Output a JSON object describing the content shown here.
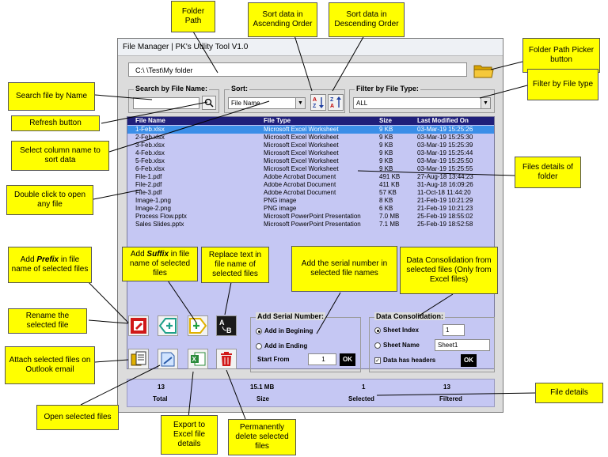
{
  "window": {
    "title": "File Manager | PK's Utility Tool V1.0",
    "folder_path": "C:\\                                                     \\Test\\My folder"
  },
  "search": {
    "label": "Search by File Name:",
    "value": ""
  },
  "sort": {
    "label": "Sort:",
    "value": "File Name"
  },
  "filter": {
    "label": "Filter by File Type:",
    "value": "ALL"
  },
  "list": {
    "headers": [
      "File Name",
      "File Type",
      "Size",
      "Last Modified On"
    ],
    "rows": [
      {
        "name": "1-Feb.xlsx",
        "type": "Microsoft Excel Worksheet",
        "size": "9 KB",
        "modified": "03-Mar-19 15:25:26"
      },
      {
        "name": "2-Feb.xlsx",
        "type": "Microsoft Excel Worksheet",
        "size": "9 KB",
        "modified": "03-Mar-19 15:25:30"
      },
      {
        "name": "3-Feb.xlsx",
        "type": "Microsoft Excel Worksheet",
        "size": "9 KB",
        "modified": "03-Mar-19 15:25:39"
      },
      {
        "name": "4-Feb.xlsx",
        "type": "Microsoft Excel Worksheet",
        "size": "9 KB",
        "modified": "03-Mar-19 15:25:44"
      },
      {
        "name": "5-Feb.xlsx",
        "type": "Microsoft Excel Worksheet",
        "size": "9 KB",
        "modified": "03-Mar-19 15:25:50"
      },
      {
        "name": "6-Feb.xlsx",
        "type": "Microsoft Excel Worksheet",
        "size": "9 KB",
        "modified": "03-Mar-19 15:25:55"
      },
      {
        "name": "File-1.pdf",
        "type": "Adobe Acrobat Document",
        "size": "491 KB",
        "modified": "27-Aug-18 13:44:23"
      },
      {
        "name": "File-2.pdf",
        "type": "Adobe Acrobat Document",
        "size": "411 KB",
        "modified": "31-Aug-18 16:09:26"
      },
      {
        "name": "File-3.pdf",
        "type": "Adobe Acrobat Document",
        "size": "57 KB",
        "modified": "11-Oct-18 11:44:20"
      },
      {
        "name": "Image-1.png",
        "type": "PNG image",
        "size": "8 KB",
        "modified": "21-Feb-19 10:21:29"
      },
      {
        "name": "Image-2.png",
        "type": "PNG image",
        "size": "6 KB",
        "modified": "21-Feb-19 10:21:23"
      },
      {
        "name": "Process Flow.pptx",
        "type": "Microsoft PowerPoint Presentation",
        "size": "7.0 MB",
        "modified": "25-Feb-19 18:55:02"
      },
      {
        "name": "Sales Slides.pptx",
        "type": "Microsoft PowerPoint Presentation",
        "size": "7.1 MB",
        "modified": "25-Feb-19 18:52:58"
      }
    ]
  },
  "serial": {
    "label": "Add Serial Number:",
    "opt_begin": "Add in Begining",
    "opt_end": "Add in Ending",
    "start_label": "Start From",
    "start_value": "1",
    "ok": "OK"
  },
  "consol": {
    "label": "Data Consolidation:",
    "opt_index": "Sheet Index",
    "index_value": "1",
    "opt_name": "Sheet Name",
    "name_value": "Sheet1",
    "headers_label": "Data has headers",
    "ok": "OK"
  },
  "status": {
    "total_value": "13",
    "total_label": "Total",
    "size_value": "15.1 MB",
    "size_label": "Size",
    "selected_value": "1",
    "selected_label": "Selected",
    "filtered_value": "13",
    "filtered_label": "Filtered"
  },
  "callouts": {
    "folder_path": "Folder Path",
    "sort_asc": "Sort data in Ascending Order",
    "sort_desc": "Sort data in Descending Order",
    "folder_picker": "Folder Path Picker button",
    "search": "Search file by Name",
    "filter": "Filter by File type",
    "refresh": "Refresh button",
    "select_column": "Select column name to sort data",
    "files_details": "Files details of folder",
    "double_click": "Double click to open any file",
    "prefix_pre": "Add ",
    "prefix_em": "Prefix",
    "prefix_post": " in file name of selected files",
    "suffix_pre": "Add ",
    "suffix_em": "Suffix",
    "suffix_post": " in file name of selected files",
    "replace": "Replace text in file name of selected files",
    "serial": "Add the serial number in selected file names",
    "consolidation": "Data Consolidation from selected files (Only from Excel files)",
    "rename": "Rename the selected file",
    "attach": "Attach selected files on Outlook email",
    "open": "Open selected files",
    "export": "Export to Excel file details",
    "delete": "Permanently delete selected files",
    "file_details": "File details"
  },
  "colors": {
    "callout": "#ffff00",
    "list_bg": "#c5c7f3",
    "header_bg": "#1f1f7a",
    "selected_row": "#3a8ee8"
  },
  "icons": [
    "folder-icon",
    "search-icon",
    "sort-ascending-icon",
    "sort-descending-icon",
    "rename-icon",
    "add-prefix-icon",
    "add-suffix-icon",
    "replace-text-icon",
    "outlook-attach-icon",
    "open-file-icon",
    "excel-export-icon",
    "trash-icon"
  ]
}
